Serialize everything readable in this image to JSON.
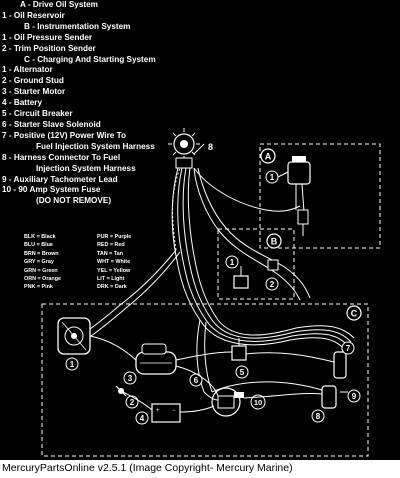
{
  "legend": {
    "items": [
      {
        "text": "A - Drive Oil System",
        "cls": "l0"
      },
      {
        "text": "1 - Oil Reservoir",
        "cls": "l1"
      },
      {
        "text": "B - Instrumentation System",
        "cls": "l2"
      },
      {
        "text": "1 - Oil Pressure Sender",
        "cls": "l1"
      },
      {
        "text": "2 - Trim Position Sender",
        "cls": "l1"
      },
      {
        "text": "C - Charging And Starting System",
        "cls": "l2"
      },
      {
        "text": "1 - Alternator",
        "cls": "l1"
      },
      {
        "text": "2 - Ground Stud",
        "cls": "l1"
      },
      {
        "text": "3 - Starter Motor",
        "cls": "l1"
      },
      {
        "text": "4 - Battery",
        "cls": "l1"
      },
      {
        "text": "5 - Circuit Breaker",
        "cls": "l1"
      },
      {
        "text": "6 - Starter Slave Solenoid",
        "cls": "l1"
      },
      {
        "text": "7 - Positive (12V) Power Wire To",
        "cls": "l1"
      },
      {
        "text": "Fuel Injection System Harness",
        "cls": "l3"
      },
      {
        "text": "8 - Harness Connector To Fuel",
        "cls": "l1"
      },
      {
        "text": "Injection System Harness",
        "cls": "l3"
      },
      {
        "text": "9 - Auxiliary Tachometer Lead",
        "cls": "l1"
      },
      {
        "text": "10 - 90 Amp System Fuse",
        "cls": "l1"
      },
      {
        "text": "(DO NOT REMOVE)",
        "cls": "l3"
      }
    ]
  },
  "color_key": [
    {
      "left": "BLK = Black",
      "right": "PUR = Purple"
    },
    {
      "left": "BLU = Blue",
      "right": "RED = Red"
    },
    {
      "left": "BRN = Brown",
      "right": "TAN = Tan"
    },
    {
      "left": "GRY = Gray",
      "right": "WHT = White"
    },
    {
      "left": "GRN = Green",
      "right": "YEL = Yellow"
    },
    {
      "left": "ORN = Orange",
      "right": "LIT = Light"
    },
    {
      "left": "PNK = Pink",
      "right": "DRK = Dark"
    }
  ],
  "boxes": {
    "a": "A",
    "b": "B",
    "c": "C"
  },
  "callouts": {
    "a1": "1",
    "b1": "1",
    "b2": "2",
    "c1": "1",
    "c2": "2",
    "c3": "3",
    "c4": "4",
    "c5": "5",
    "c6": "6",
    "c7": "7",
    "c8": "8",
    "c9": "9",
    "c10": "10"
  },
  "key_callout": "8",
  "caption": "MercuryPartsOnline v2.5.1 (Image Copyright- Mercury Marine)"
}
